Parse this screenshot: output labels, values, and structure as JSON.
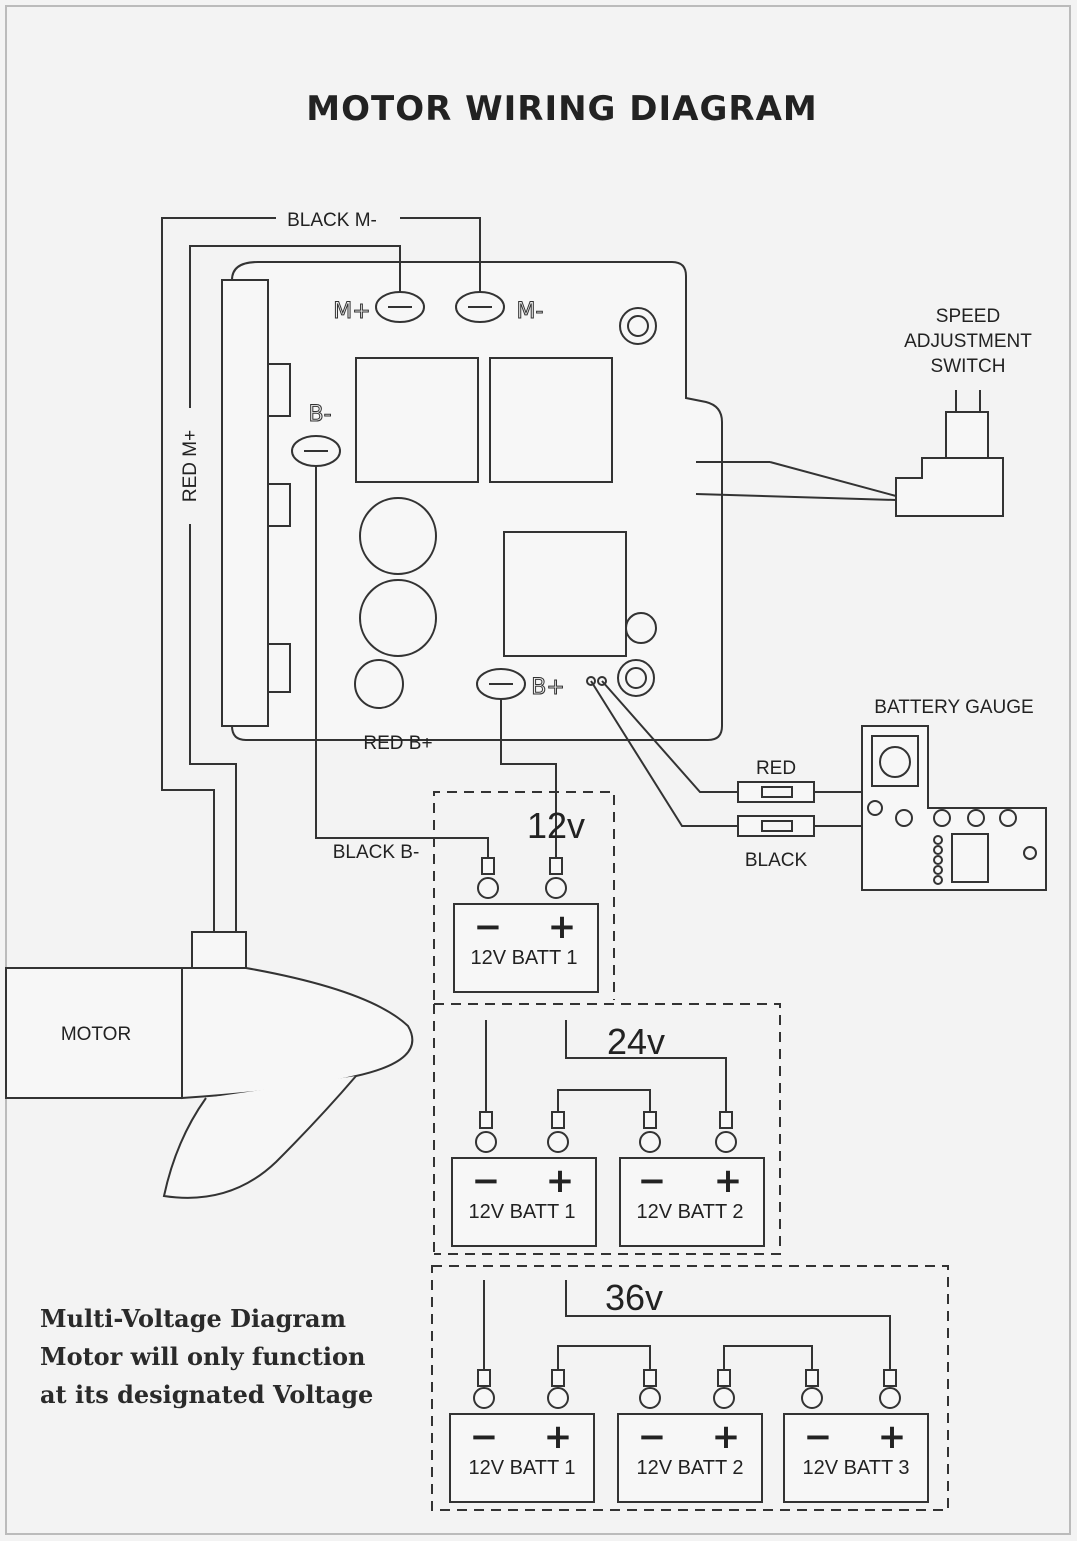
{
  "title": "MOTOR WIRING DIAGRAM",
  "wire_labels": {
    "black_m_minus": "BLACK M-",
    "red_m_plus": "RED M+",
    "red_b_plus": "RED B+",
    "black_b_minus": "BLACK B-",
    "red": "RED",
    "black": "BLACK"
  },
  "board_terminals": {
    "m_plus": "M+",
    "m_minus": "M-",
    "b_minus": "B-",
    "b_plus": "B+"
  },
  "speed_switch": [
    "SPEED",
    "ADJUSTMENT",
    "SWITCH"
  ],
  "battery_gauge": "BATTERY GAUGE",
  "motor": "MOTOR",
  "battery_polarity": {
    "negative": "−",
    "positive": "+"
  },
  "configs": [
    {
      "voltage": "12v",
      "batteries": [
        "12V BATT 1"
      ]
    },
    {
      "voltage": "24v",
      "batteries": [
        "12V BATT 1",
        "12V BATT 2"
      ]
    },
    {
      "voltage": "36v",
      "batteries": [
        "12V BATT 1",
        "12V BATT 2",
        "12V BATT 3"
      ]
    }
  ],
  "note": [
    "Multi-Voltage Diagram",
    "Motor will only function",
    "at its designated Voltage"
  ]
}
